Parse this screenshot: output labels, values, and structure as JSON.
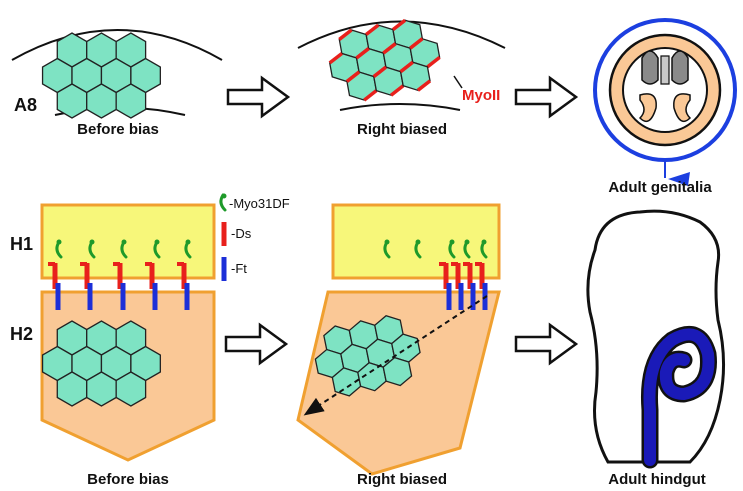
{
  "rows": {
    "a8": {
      "row_label": "A8",
      "before_label": "Before bias",
      "biased_label": "Right biased",
      "myosin_label": "MyoII",
      "adult_label": "Adult genitalia"
    },
    "h": {
      "h1_label": "H1",
      "h2_label": "H2",
      "before_label": "Before bias",
      "biased_label": "Right biased",
      "adult_label": "Adult hindgut"
    }
  },
  "legend": [
    {
      "name": "myo31df-legend",
      "label": "-Myo31DF",
      "color": "#1e9a2a"
    },
    {
      "name": "ds-legend",
      "label": "-Ds",
      "color": "#e8201c"
    },
    {
      "name": "ft-legend",
      "label": "-Ft",
      "color": "#1c2fd8"
    }
  ],
  "colors": {
    "cell_fill": "#7ee3c3",
    "h1_fill": "#f7f77a",
    "h2_fill": "#fac896",
    "outline_orange": "#f0a030",
    "myoII": "#e8201c",
    "ring_blue": "#1c3fe0",
    "gut_blue": "#1a1ab8"
  },
  "icons": [
    "right-arrow-icon"
  ]
}
